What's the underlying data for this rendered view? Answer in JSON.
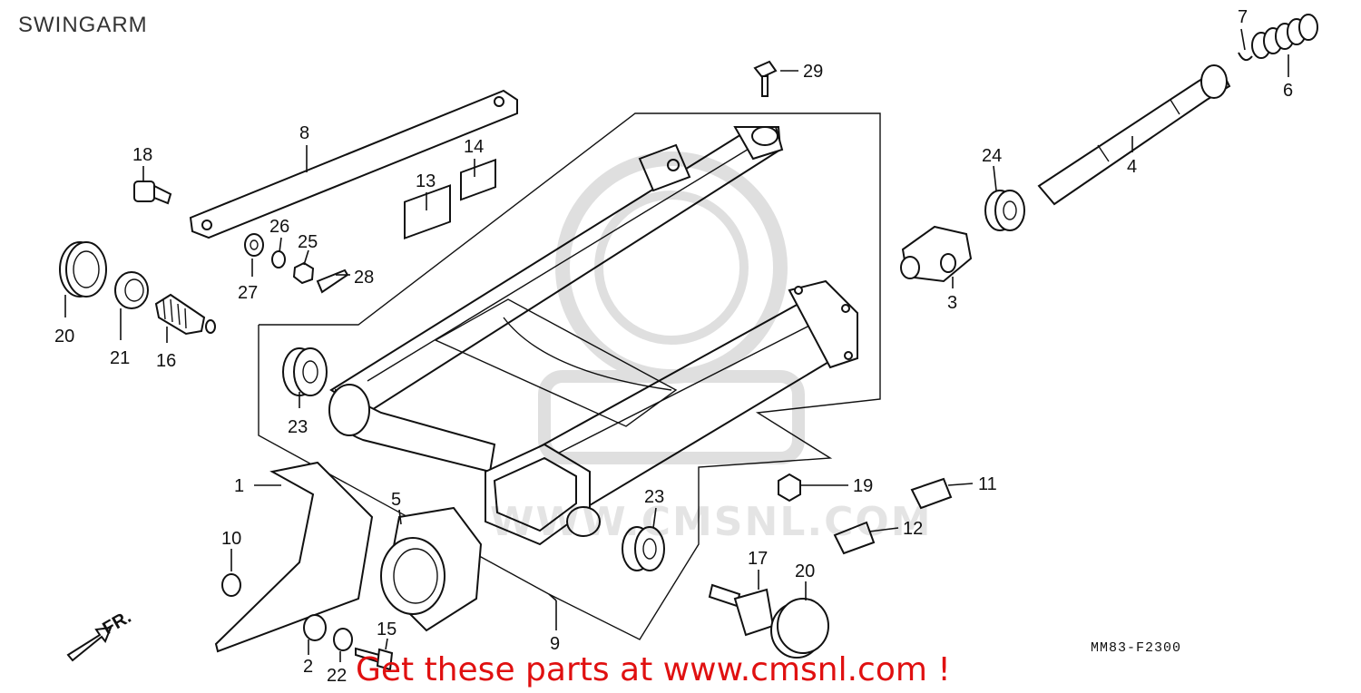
{
  "title": "SWINGARM",
  "diagram_code": "MM83-F2300",
  "promo": "Get these parts at www.cmsnl.com !",
  "front_arrow_label": "FR.",
  "watermark_text": "WWW.CMSNL.COM",
  "callouts": {
    "c1": "1",
    "c2": "2",
    "c3": "3",
    "c4": "4",
    "c5": "5",
    "c6": "6",
    "c7": "7",
    "c8": "8",
    "c9": "9",
    "c10": "10",
    "c11": "11",
    "c12": "12",
    "c13": "13",
    "c14": "14",
    "c15": "15",
    "c16": "16",
    "c17": "17",
    "c18": "18",
    "c19": "19",
    "c20a": "20",
    "c20b": "20",
    "c21": "21",
    "c22": "22",
    "c23a": "23",
    "c23b": "23",
    "c24": "24",
    "c25": "25",
    "c26": "26",
    "c27": "27",
    "c28": "28",
    "c29": "29"
  },
  "colors": {
    "line": "#111111",
    "promo": "#e01010",
    "title": "#333333"
  }
}
